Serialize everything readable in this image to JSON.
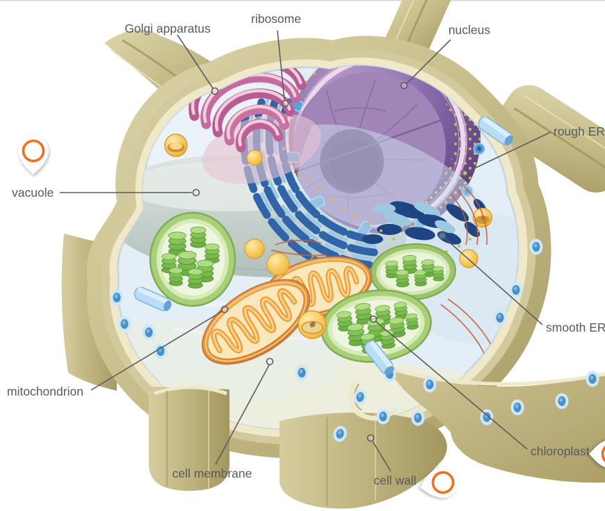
{
  "diagram": {
    "type": "plant-cell-cutaway-illustration",
    "labels": {
      "golgi": "Golgi apparatus",
      "ribosome": "ribosome",
      "nucleus": "nucleus",
      "rough_er": "rough ER",
      "vacuole": "vacuole",
      "smooth_er": "smooth ER",
      "mitochondrion": "mitochondrion",
      "cell_membrane": "cell membrane",
      "cell_wall": "cell wall",
      "chloroplast": "chloroplast"
    },
    "markers": {
      "style": "white teardrop pin with orange ring",
      "count": 3,
      "names": [
        "pin-left",
        "pin-bottom",
        "pin-right-edge-partial"
      ]
    },
    "colors": {
      "label_text": "#58595b",
      "leader_line": "#5a5b5d",
      "pin_ring": "#f26d21",
      "cell_wall": "#c3b987",
      "cytoplasm": "#e3eef6",
      "vacuole": "#bfcbc7",
      "nucleus": "#6c4f92",
      "golgi": "#c2689c",
      "er_blue": "#2f64a6",
      "mitochondrion": "#e89a35",
      "chloroplast": "#7cb84e",
      "vesicle": "#f2c04e"
    }
  }
}
